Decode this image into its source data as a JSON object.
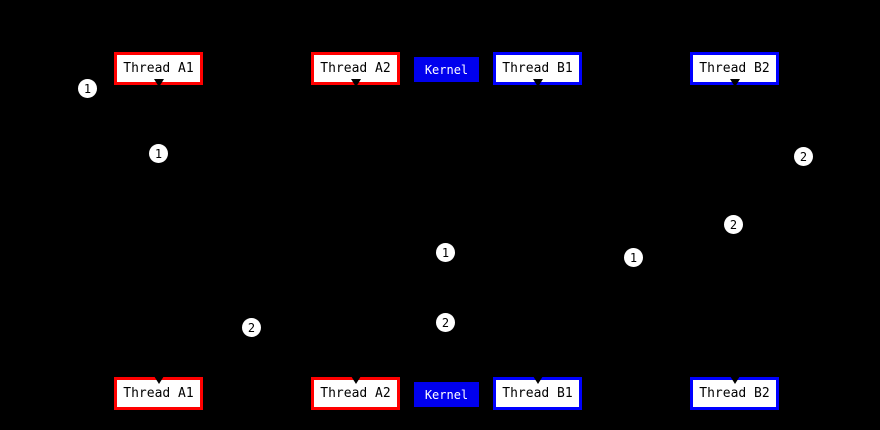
{
  "colors": {
    "background": "#000000",
    "thread_a_border": "#ff0000",
    "thread_b_border": "#0000ff",
    "kernel_fill": "#0000ee",
    "node_fill": "#ffffff",
    "node_text": "#000000",
    "kernel_text": "#ffffff",
    "marker_fill": "#ffffff",
    "marker_text": "#000000"
  },
  "nodes": {
    "top": [
      {
        "label": "Thread A1"
      },
      {
        "label": "Thread A2"
      },
      {
        "label": "Kernel"
      },
      {
        "label": "Thread B1"
      },
      {
        "label": "Thread B2"
      }
    ],
    "bottom": [
      {
        "label": "Thread A1"
      },
      {
        "label": "Thread A2"
      },
      {
        "label": "Kernel"
      },
      {
        "label": "Thread B1"
      },
      {
        "label": "Thread B2"
      }
    ]
  },
  "markers": [
    {
      "label": "1"
    },
    {
      "label": "1"
    },
    {
      "label": "2"
    },
    {
      "label": "2"
    },
    {
      "label": "1"
    },
    {
      "label": "1"
    },
    {
      "label": "2"
    },
    {
      "label": "2"
    }
  ]
}
